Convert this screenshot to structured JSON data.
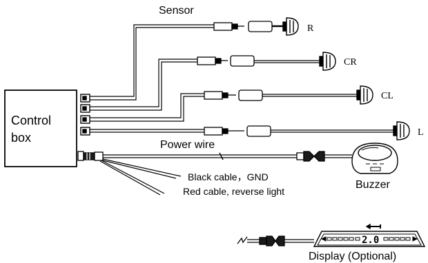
{
  "labels": {
    "sensor": "Sensor",
    "control_box_line1": "Control",
    "control_box_line2": "box",
    "power_wire": "Power wire",
    "black_cable": "Black cable，GND",
    "red_cable": "Red cable, reverse light",
    "buzzer": "Buzzer",
    "display": "Display (Optional)"
  },
  "sensors": [
    {
      "id": "R",
      "label": "R"
    },
    {
      "id": "CR",
      "label": "CR"
    },
    {
      "id": "CL",
      "label": "CL"
    },
    {
      "id": "L",
      "label": "L"
    }
  ],
  "display_readout": "2.0",
  "colors": {
    "line": "#000000",
    "background": "#ffffff",
    "fill": "#1a1a1a"
  }
}
